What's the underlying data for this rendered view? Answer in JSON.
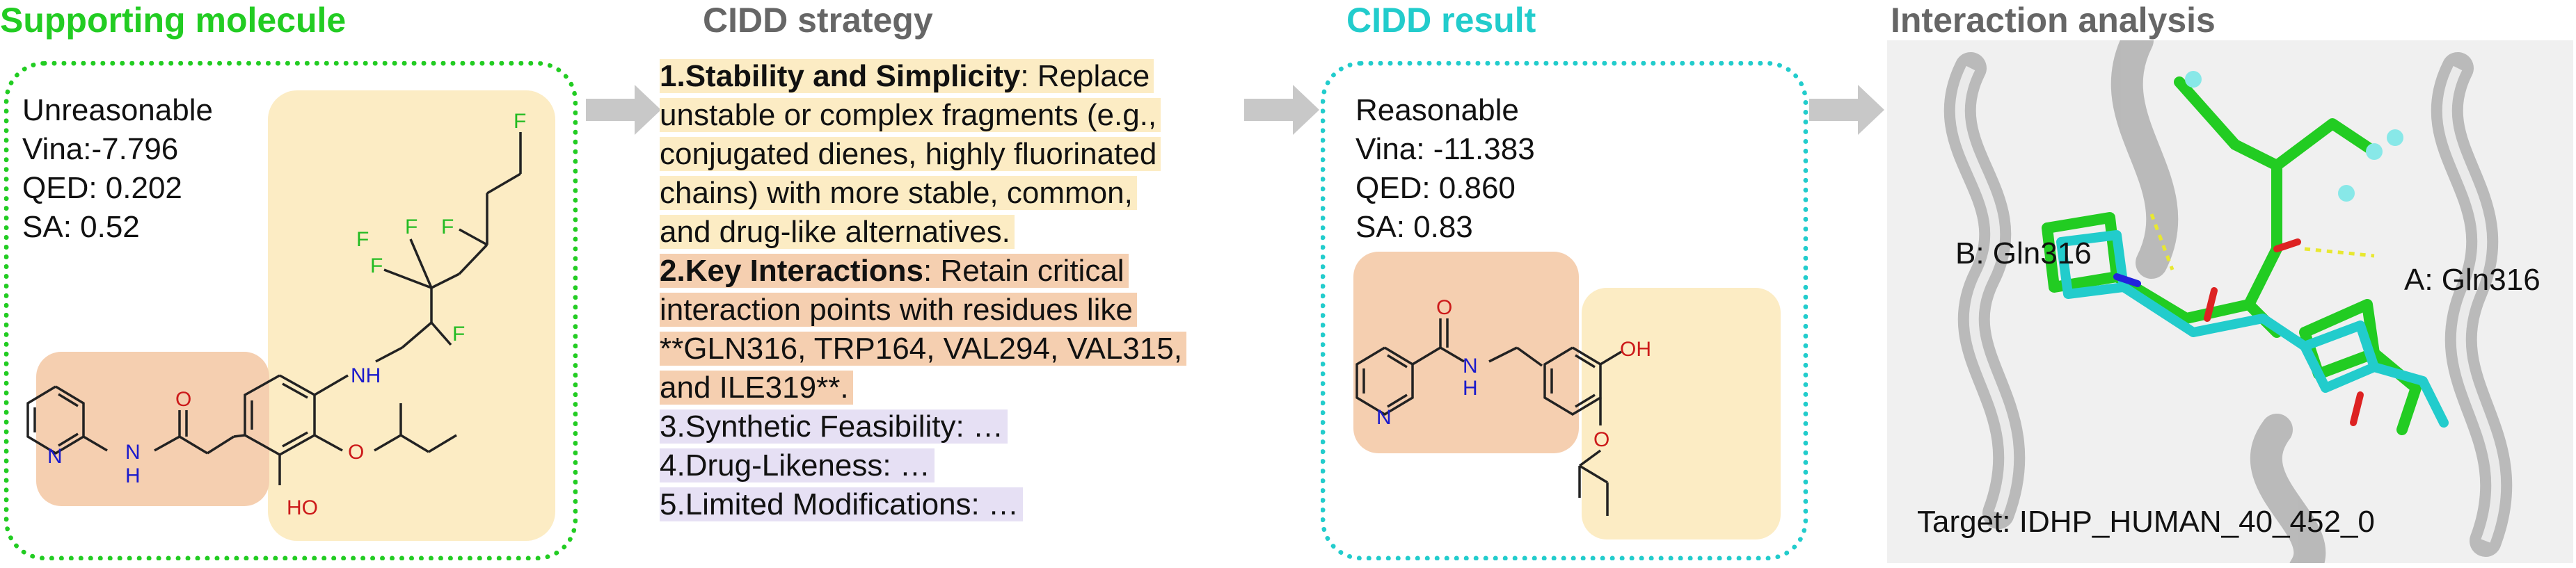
{
  "panels": {
    "supporting": {
      "heading": "Supporting molecule",
      "verdict": "Unreasonable",
      "vina": "Vina:-7.796",
      "qed": "QED: 0.202",
      "sa": "SA: 0.52"
    },
    "strategy": {
      "heading": "CIDD strategy",
      "lines": [
        {
          "bold": "1.Stability and Simplicity",
          "rest": ": Replace"
        },
        {
          "bold": "",
          "rest": "unstable or complex fragments (e.g.,"
        },
        {
          "bold": "",
          "rest": "conjugated dienes, highly fluorinated"
        },
        {
          "bold": "",
          "rest": "chains) with more stable, common,"
        },
        {
          "bold": "",
          "rest": "and drug-like alternatives."
        },
        {
          "bold": "2.Key Interactions",
          "rest": ": Retain critical"
        },
        {
          "bold": "",
          "rest": "interaction points with residues like"
        },
        {
          "bold": "",
          "rest": "**GLN316, TRP164, VAL294, VAL315,"
        },
        {
          "bold": "",
          "rest": "and ILE319**."
        },
        {
          "bold": "",
          "rest": "3.Synthetic Feasibility: …"
        },
        {
          "bold": "",
          "rest": "4.Drug-Likeness: …"
        },
        {
          "bold": "",
          "rest": "5.Limited Modifications: …"
        }
      ]
    },
    "result": {
      "heading": "CIDD result",
      "verdict": "Reasonable",
      "vina": "Vina: -11.383",
      "qed": "QED: 0.860",
      "sa": "SA: 0.83"
    },
    "analysis": {
      "heading": "Interaction analysis",
      "label_b": "B: Gln316",
      "label_a": "A: Gln316",
      "target": "Target: IDHP_HUMAN_40_452_0"
    }
  },
  "atoms": {
    "N": "N",
    "H": "H",
    "O": "O",
    "F": "F",
    "NH": "NH",
    "OH": "OH",
    "HO": "HO"
  },
  "colors": {
    "green": "#22cc22",
    "cyan": "#22cccc",
    "gray_heading": "#666666",
    "arrow": "#c8c8c8",
    "orange_fill": "#f5cfb0",
    "yellow_fill": "#fcecc4",
    "purple_fill": "#e6e0f4",
    "nitrogen": "#1a1acc",
    "oxygen": "#cc1a1a",
    "fluorine": "#22bb22"
  }
}
